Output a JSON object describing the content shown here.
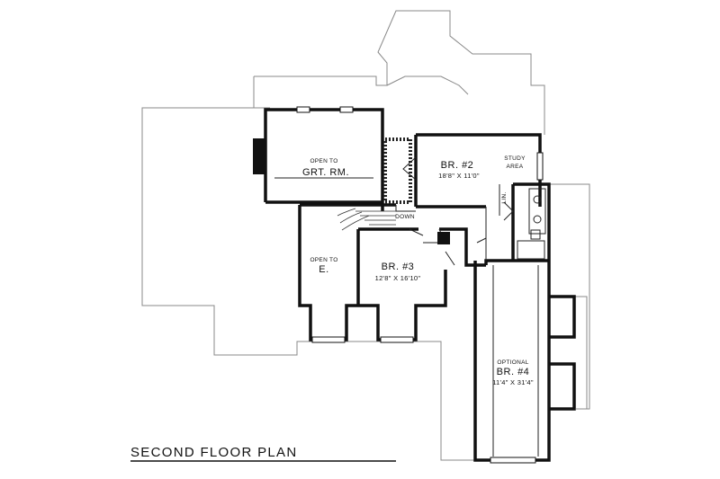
{
  "plan_title": "SECOND FLOOR PLAN",
  "rooms": {
    "great_room": {
      "note": "OPEN TO",
      "name": "GRT. RM."
    },
    "br2": {
      "name": "BR. #2",
      "dims": "18'8\" X 11'0\""
    },
    "study": {
      "line1": "STUDY",
      "line2": "AREA"
    },
    "down": {
      "label": "DOWN"
    },
    "entry": {
      "note": "OPEN TO",
      "name": "E."
    },
    "br3": {
      "name": "BR. #3",
      "dims": "12'8\" X 16'10\""
    },
    "br4": {
      "note": "OPTIONAL",
      "name": "BR. #4",
      "dims": "11'4\" X 31'4\""
    },
    "linen": {
      "label": "LIN."
    }
  },
  "colors": {
    "wall": "#111111",
    "roof_line": "#888888",
    "paper": "#ffffff"
  }
}
